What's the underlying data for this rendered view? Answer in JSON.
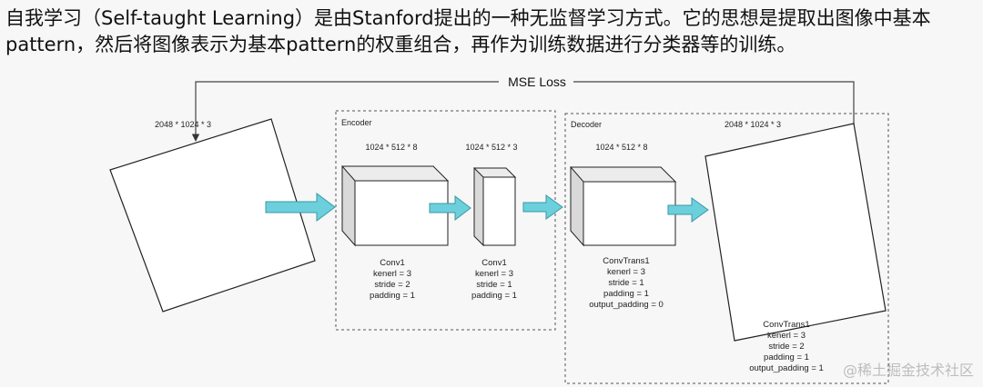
{
  "intro_text": "自我学习（Self-taught Learning）是由Stanford提出的一种无监督学习方式。它的思想是提取出图像中基本pattern，然后将图像表示为基本pattern的权重组合，再作为训练数据进行分类器等的训练。",
  "loss_label": "MSE Loss",
  "input_image": {
    "dims": "2048 * 1024 * 3"
  },
  "output_image": {
    "dims": "2048 * 1024 * 3"
  },
  "encoder": {
    "title": "Encoder",
    "block1": {
      "dims": "1024 * 512 * 8",
      "params": [
        "Conv1",
        "kenerl = 3",
        "stride = 2",
        "padding = 1"
      ]
    },
    "block2": {
      "dims": "1024 * 512 * 3",
      "params": [
        "Conv1",
        "kenerl = 3",
        "stride = 1",
        "padding = 1"
      ]
    }
  },
  "decoder": {
    "title": "Decoder",
    "block1": {
      "dims": "1024 * 512 * 8",
      "params": [
        "ConvTrans1",
        "kenerl = 3",
        "stride = 1",
        "padding = 1",
        "output_padding = 0"
      ]
    },
    "block2": {
      "params": [
        "ConvTrans1",
        "kenerl = 3",
        "stride = 2",
        "padding = 1",
        "output_padding = 1"
      ]
    }
  },
  "watermark": "@稀土掘金技术社区",
  "colors": {
    "arrow": "#6cd0dc",
    "arrow_stroke": "#3a97a8",
    "box_side": "#d9d9d9",
    "box_top": "#e9e9e9"
  }
}
